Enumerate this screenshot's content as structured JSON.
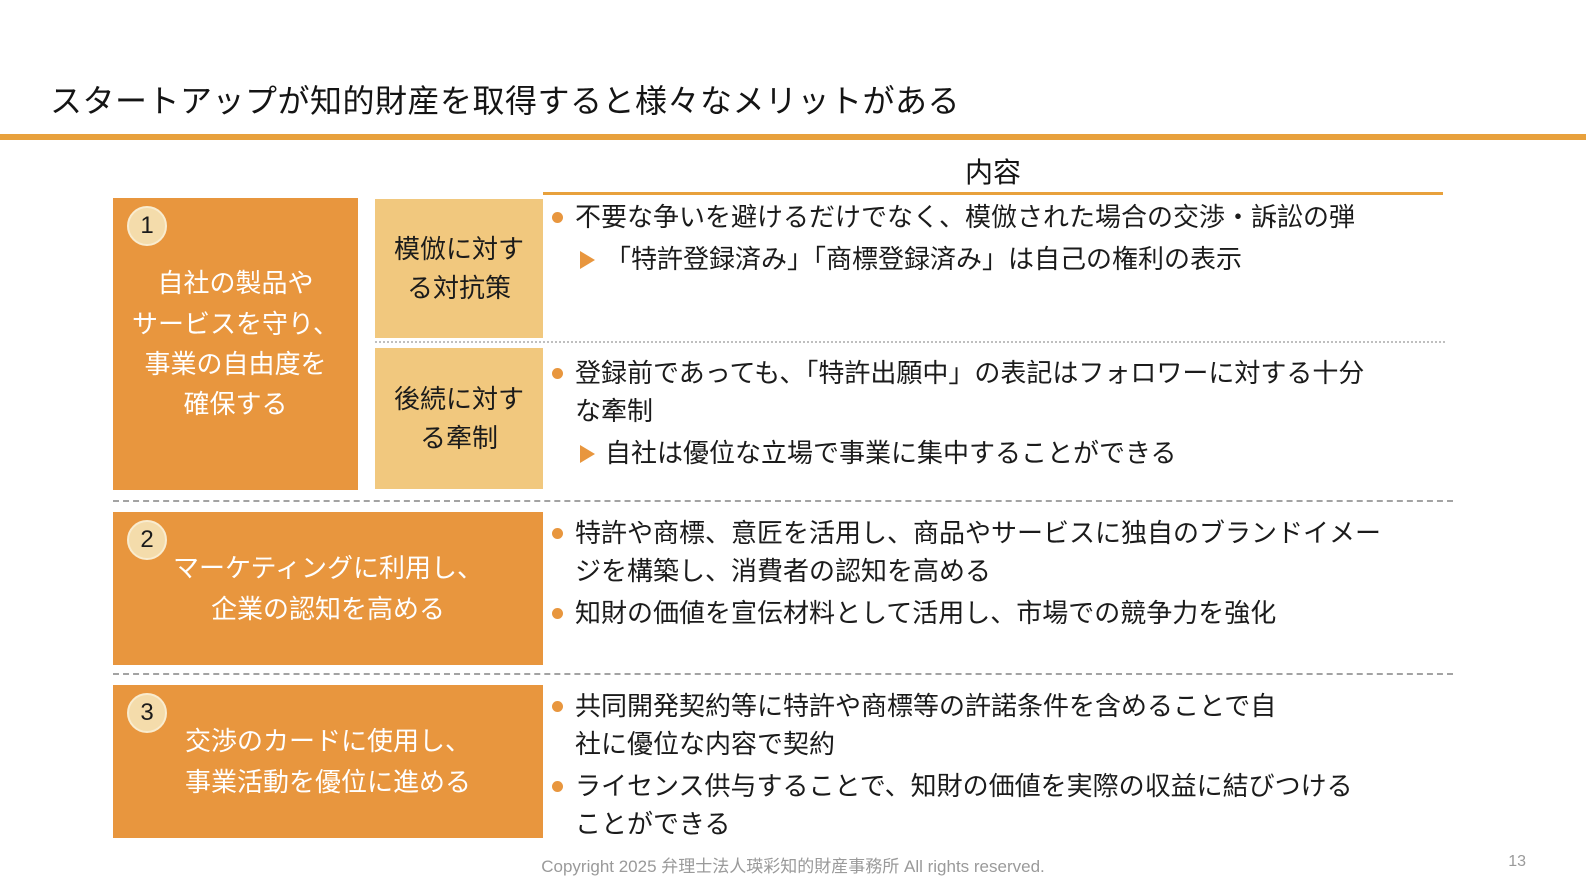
{
  "slide": {
    "title": "スタートアップが知的財産を取得すると様々なメリットがある",
    "footer": "Copyright 2025 弁理士法人瑛彩知的財産事務所 All rights reserved.",
    "page_number": "13"
  },
  "table": {
    "column_header": "内容"
  },
  "colors": {
    "accent_orange": "#E8963E",
    "light_orange": "#F1C87E",
    "rule_orange": "#E8A13C",
    "badge_cream": "#F4DCAB",
    "footer_gray": "#9A9A9A"
  },
  "rows": [
    {
      "number": "1",
      "label": "自社の製品や\nサービスを守り、\n事業の自由度を\n確保する",
      "subrows": [
        {
          "tag": "模倣に対す\nる対抗策",
          "bullets": [
            {
              "text": "不要な争いを避けるだけでなく、模倣された場合の交渉・訴訟の弾",
              "sub": [
                "「特許登録済み」「商標登録済み」は自己の権利の表示"
              ]
            }
          ]
        },
        {
          "tag": "後続に対す\nる牽制",
          "bullets": [
            {
              "text": "登録前であっても、「特許出願中」の表記はフォロワーに対する十分\nな牽制",
              "sub": [
                "自社は優位な立場で事業に集中することができる"
              ]
            }
          ]
        }
      ]
    },
    {
      "number": "2",
      "label": "マーケティングに利用し、\n企業の認知を高める",
      "bullets": [
        {
          "text": "特許や商標、意匠を活用し、商品やサービスに独自のブランドイメー\nジを構築し、消費者の認知を高める"
        },
        {
          "text": "知財の価値を宣伝材料として活用し、市場での競争力を強化"
        }
      ]
    },
    {
      "number": "3",
      "label": "交渉のカードに使用し、\n事業活動を優位に進める",
      "bullets": [
        {
          "text": "共同開発契約等に特許や商標等の許諾条件を含めることで自\n社に優位な内容で契約"
        },
        {
          "text": "ライセンス供与することで、知財の価値を実際の収益に結びつける\nことができる"
        }
      ]
    }
  ]
}
